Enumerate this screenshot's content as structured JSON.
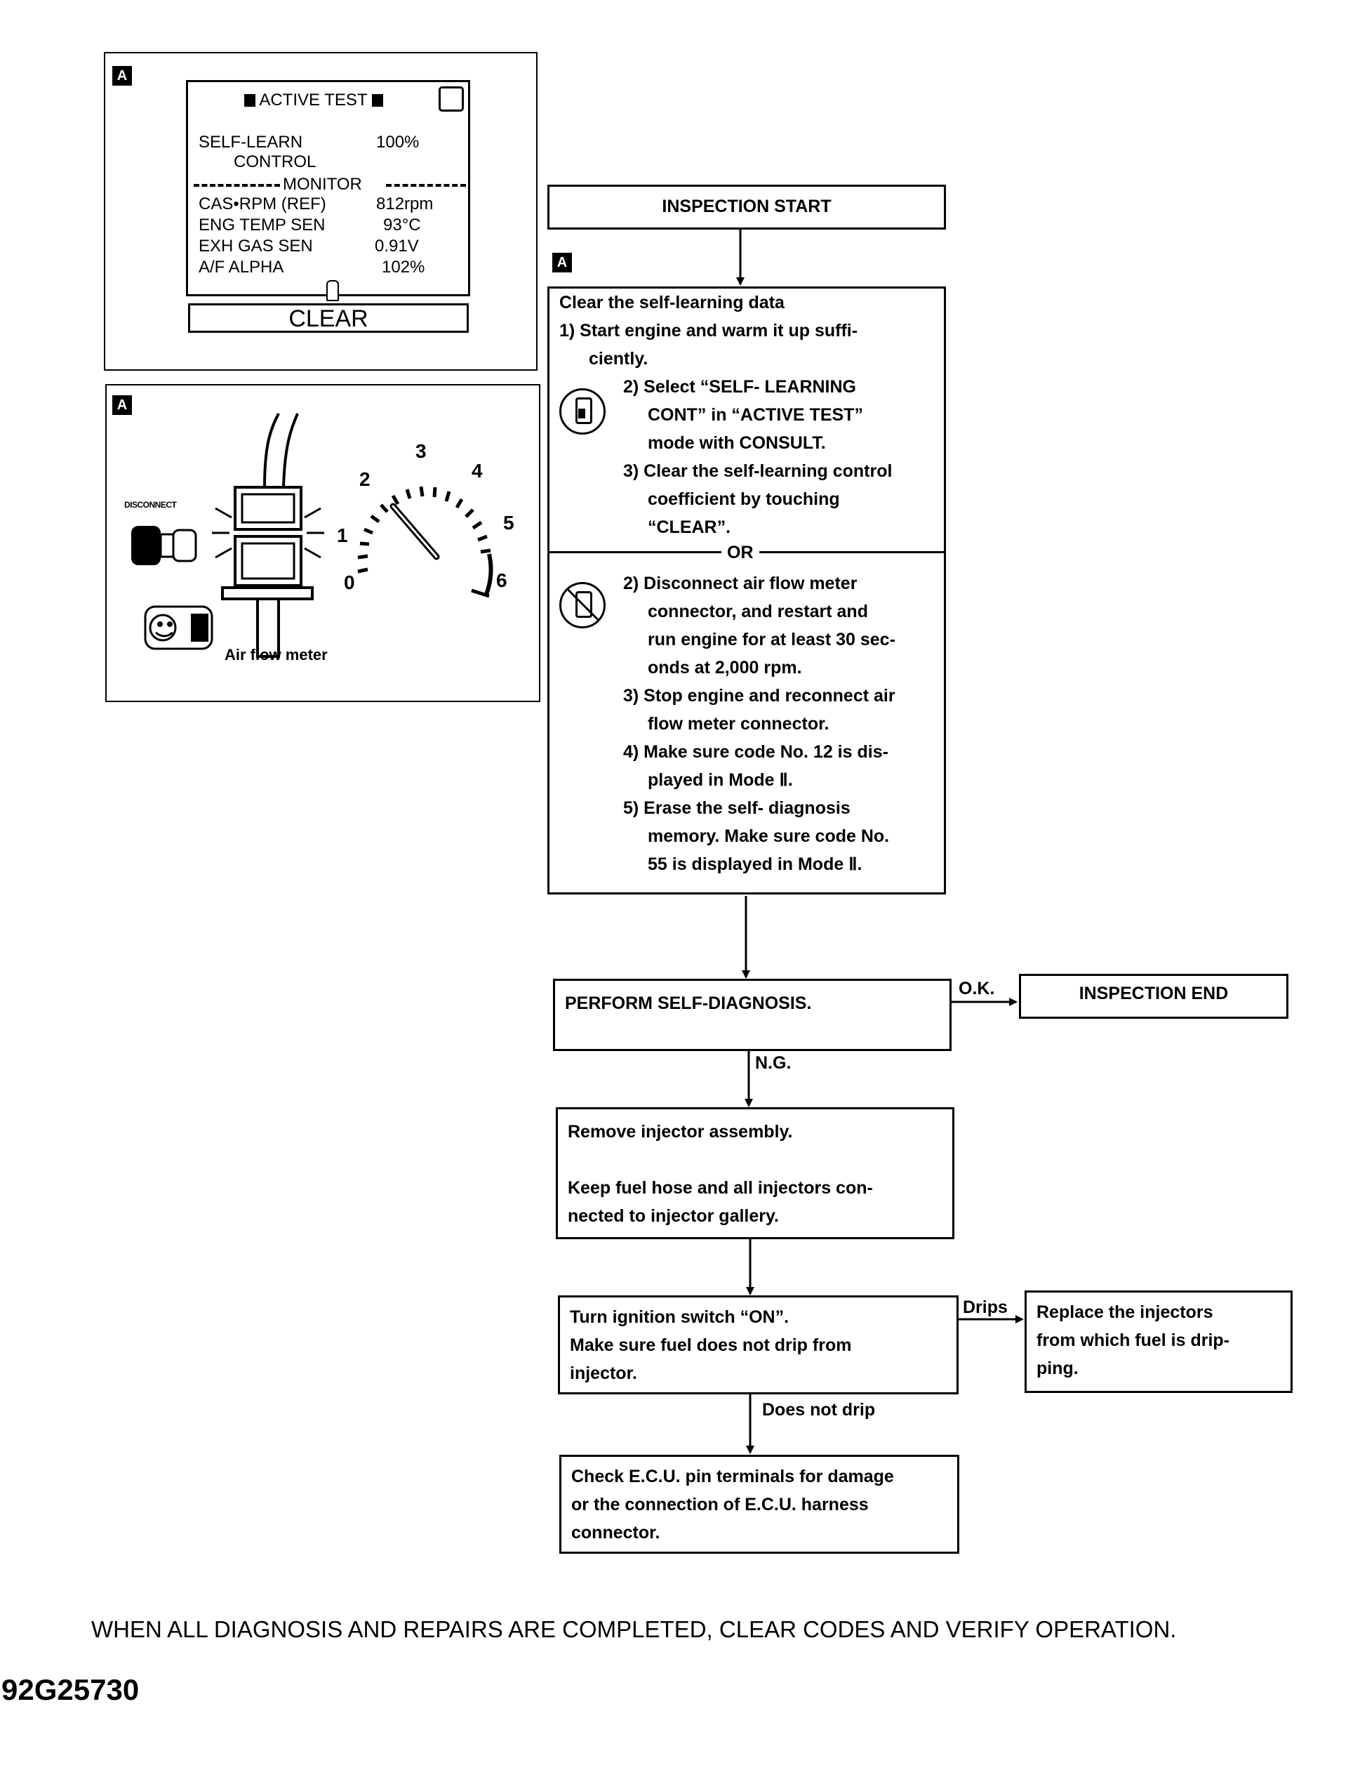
{
  "panel_screen": {
    "tag": "A",
    "title": "ACTIVE TEST",
    "rows": [
      {
        "label": "SELF-LEARN",
        "value": "100%"
      },
      {
        "label": "CONTROL",
        "value": ""
      },
      {
        "label": "MONITOR",
        "value": ""
      },
      {
        "label": "CAS•RPM (REF)",
        "value": "812rpm"
      },
      {
        "label": "ENG TEMP SEN",
        "value": "93°C"
      },
      {
        "label": "EXH GAS SEN",
        "value": "0.91V"
      },
      {
        "label": "A/F ALPHA",
        "value": "102%"
      }
    ],
    "clear_button": "CLEAR"
  },
  "panel_meter": {
    "tag": "A",
    "disconnect_label": "DISCONNECT",
    "gauge_numbers": [
      "0",
      "1",
      "2",
      "3",
      "4",
      "5",
      "6"
    ],
    "caption": "Air flow meter"
  },
  "flow": {
    "start": "INSPECTION START",
    "step_tag": "A",
    "step1_lines": [
      "Clear the self-learning data",
      "1) Start engine and warm it up suffi-",
      "ciently.",
      "2) Select “SELF- LEARNING",
      "CONT” in “ACTIVE TEST”",
      "mode with CONSULT.",
      "3) Clear the self-learning control",
      "coefficient by touching",
      "“CLEAR”."
    ],
    "or_label": "OR",
    "step1b_lines": [
      "2) Disconnect air flow meter",
      "connector, and restart and",
      "run engine for at least 30 sec-",
      "onds at 2,000 rpm.",
      "3) Stop engine and reconnect air",
      "flow meter connector.",
      "4) Make sure code No. 12 is dis-",
      "played in Mode Ⅱ.",
      "5) Erase the self- diagnosis",
      "memory. Make sure code No.",
      "55 is displayed in Mode Ⅱ."
    ],
    "diag": "PERFORM SELF-DIAGNOSIS.",
    "ok_label": "O.K.",
    "end": "INSPECTION END",
    "ng_label": "N.G.",
    "remove_lines": [
      "Remove injector assembly.",
      "",
      "Keep fuel hose and all injectors con-",
      "nected to injector gallery."
    ],
    "turn_lines": [
      "Turn ignition switch “ON”.",
      "Make sure fuel does not drip from",
      "injector."
    ],
    "drips_label": "Drips",
    "replace_lines": [
      "Replace the injectors",
      "from which fuel is drip-",
      "ping."
    ],
    "nodrip_label": "Does not drip",
    "check_lines": [
      "Check E.C.U. pin terminals for damage",
      "or the connection of E.C.U. harness",
      "connector."
    ]
  },
  "footer": {
    "notice": "WHEN ALL DIAGNOSIS AND REPAIRS ARE COMPLETED, CLEAR CODES AND VERIFY OPERATION.",
    "code": "92G25730"
  }
}
